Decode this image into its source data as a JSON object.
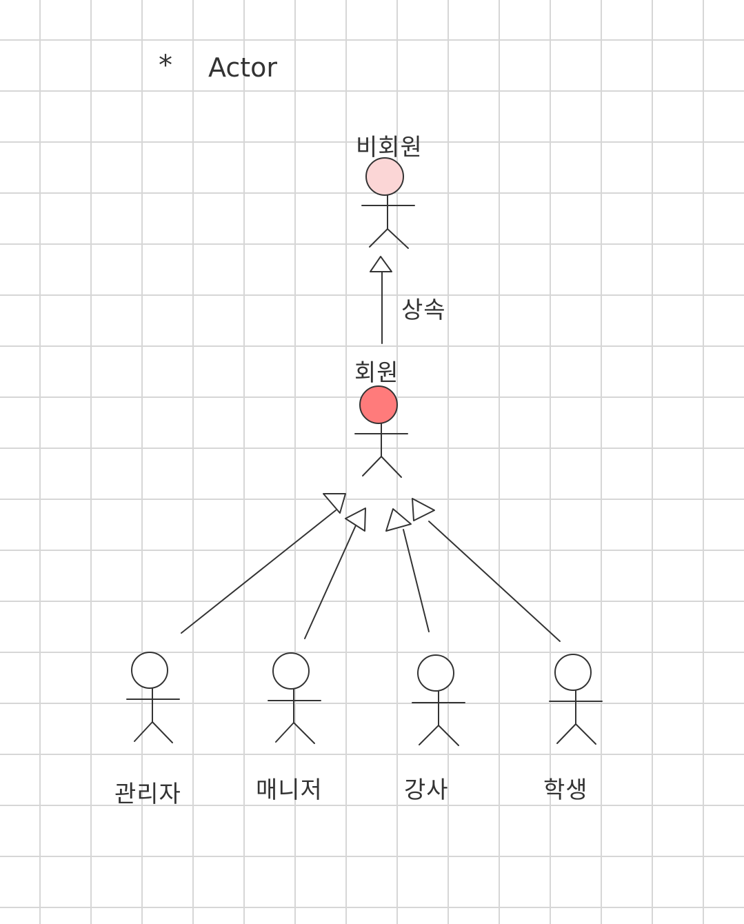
{
  "title": {
    "marker": "*",
    "text": "Actor"
  },
  "actors": {
    "non_member": {
      "label": "비회원",
      "head_color": "#fbd6d6"
    },
    "member": {
      "label": "회원",
      "head_color": "#ff7b7b"
    },
    "admin": {
      "label": "관리자"
    },
    "manager": {
      "label": "매니저"
    },
    "instructor": {
      "label": "강사"
    },
    "student": {
      "label": "학생"
    }
  },
  "relations": {
    "inheritance_label": "상속"
  }
}
